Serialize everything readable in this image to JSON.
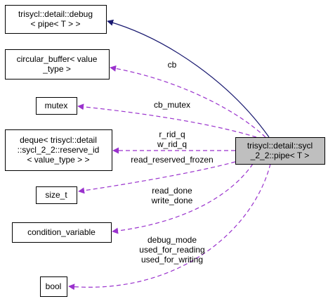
{
  "nodes": {
    "debug_base": {
      "lines": [
        "trisycl::detail::debug",
        "< pipe< T > >"
      ]
    },
    "circular_buffer": {
      "lines": [
        "circular_buffer< value",
        "_type >"
      ]
    },
    "mutex": {
      "lines": [
        "mutex"
      ]
    },
    "deque": {
      "lines": [
        "deque< trisycl::detail",
        "::sycl_2_2::reserve_id",
        "< value_type > >"
      ]
    },
    "size_t": {
      "lines": [
        "size_t"
      ]
    },
    "condition_variable": {
      "lines": [
        "condition_variable"
      ]
    },
    "bool": {
      "lines": [
        "bool"
      ]
    },
    "pipe": {
      "lines": [
        "trisycl::detail::sycl",
        "_2_2::pipe< T >"
      ]
    }
  },
  "edge_labels": {
    "cb": [
      "cb"
    ],
    "cb_mutex": [
      "cb_mutex"
    ],
    "rid": [
      "r_rid_q",
      "w_rid_q"
    ],
    "reserved": [
      "read_reserved_frozen"
    ],
    "done": [
      "read_done",
      "write_done"
    ],
    "bools": [
      "debug_mode",
      "used_for_reading",
      "used_for_writing"
    ]
  },
  "colors": {
    "inheritance_edge": "#191970",
    "usage_edge": "#9a32cd",
    "focus_node_fill": "#bfbfbf"
  }
}
